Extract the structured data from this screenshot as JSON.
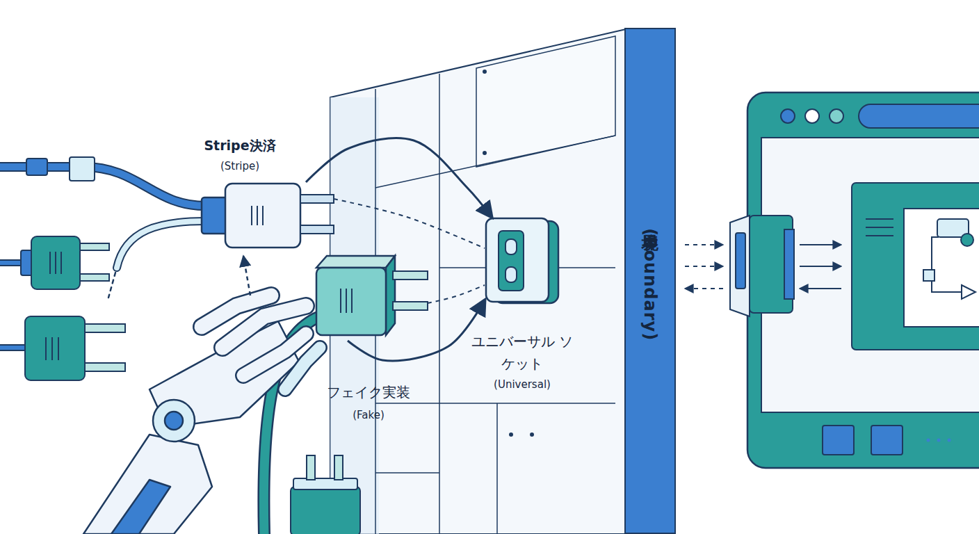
{
  "diagram": {
    "nodes": [
      {
        "text": [
          "Stripe決済",
          "(Stripe)"
        ]
      },
      {
        "text": [
          "フェイク実装",
          "(Fake)"
        ]
      },
      {
        "text": [
          "ユニバーサル ソケット",
          "(Universal)"
        ]
      },
      {
        "text": [
          "境界 (Boundary)"
        ]
      }
    ],
    "edges": [
      {
        "from": 0,
        "to": 2,
        "arrow": "to"
      },
      {
        "from": 0,
        "to": 2,
        "arrow": "none"
      },
      {
        "from": 1,
        "to": 2,
        "arrow": "to"
      },
      {
        "from": 1,
        "to": 2,
        "arrow": "none"
      }
    ]
  }
}
